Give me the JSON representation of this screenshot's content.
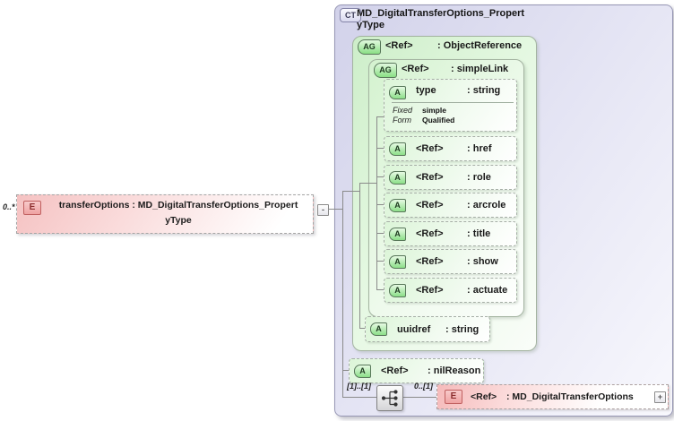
{
  "source_element": {
    "cardinality": "0..*",
    "badge": "E",
    "label_line1": "transferOptions : MD_DigitalTransferOptions_Propert",
    "label_line2": "yType",
    "collapse_glyph": "-"
  },
  "complex_type": {
    "badge": "CT",
    "title_line1": "MD_DigitalTransferOptions_Propert",
    "title_line2": "yType",
    "or_group": {
      "badge": "AG",
      "name": "<Ref>",
      "type": ": ObjectReference",
      "sl_group": {
        "badge": "AG",
        "name": "<Ref>",
        "type": ": simpleLink",
        "attributes": [
          {
            "badge": "A",
            "name": "type",
            "type": ": string",
            "facet1_label": "Fixed",
            "facet1_value": "simple",
            "facet2_label": "Form",
            "facet2_value": "Qualified"
          },
          {
            "badge": "A",
            "name": "<Ref>",
            "type": ": href"
          },
          {
            "badge": "A",
            "name": "<Ref>",
            "type": ": role"
          },
          {
            "badge": "A",
            "name": "<Ref>",
            "type": ": arcrole"
          },
          {
            "badge": "A",
            "name": "<Ref>",
            "type": ": title"
          },
          {
            "badge": "A",
            "name": "<Ref>",
            "type": ": show"
          },
          {
            "badge": "A",
            "name": "<Ref>",
            "type": ": actuate"
          }
        ]
      },
      "uuidref_attribute": {
        "badge": "A",
        "name": "uuidref",
        "type": ": string"
      }
    },
    "nil_reason_attribute": {
      "badge": "A",
      "name": "<Ref>",
      "type": ": nilReason"
    },
    "sequence": {
      "cardinality_left": "[1]..[1]",
      "cardinality_right": "0..[1]"
    },
    "child_element": {
      "badge": "E",
      "name": "<Ref>",
      "type": ": MD_DigitalTransferOptions",
      "expand_glyph": "+"
    }
  },
  "colors": {
    "complex_type_fill": "#d9d9f0",
    "group_fill": "#d6f3d2",
    "element_fill": "#f6bcbc",
    "attribute_fill": "#def5da",
    "connector": "#8a8a8a"
  }
}
